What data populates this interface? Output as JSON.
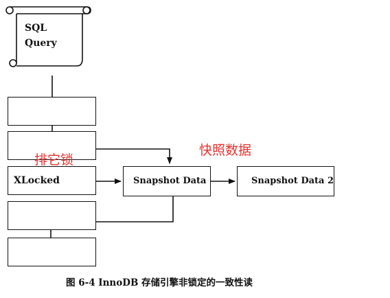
{
  "diagram": {
    "scroll": {
      "line1": "SQL",
      "line2": "Query"
    },
    "rows": [
      {
        "label": ""
      },
      {
        "label": ""
      },
      {
        "label": "XLocked"
      },
      {
        "label": ""
      },
      {
        "label": ""
      }
    ],
    "snapshot_box": "Snapshot Data",
    "snapshot_box_2": "Snapshot Data 2",
    "annotations": {
      "exclusive_lock": "排它锁",
      "snapshot_data": "快照数据"
    },
    "caption": "图 6-4   InnoDB 存储引擎非锁定的一致性读"
  },
  "colors": {
    "line": "#111111",
    "annotation": "#e8302f"
  }
}
